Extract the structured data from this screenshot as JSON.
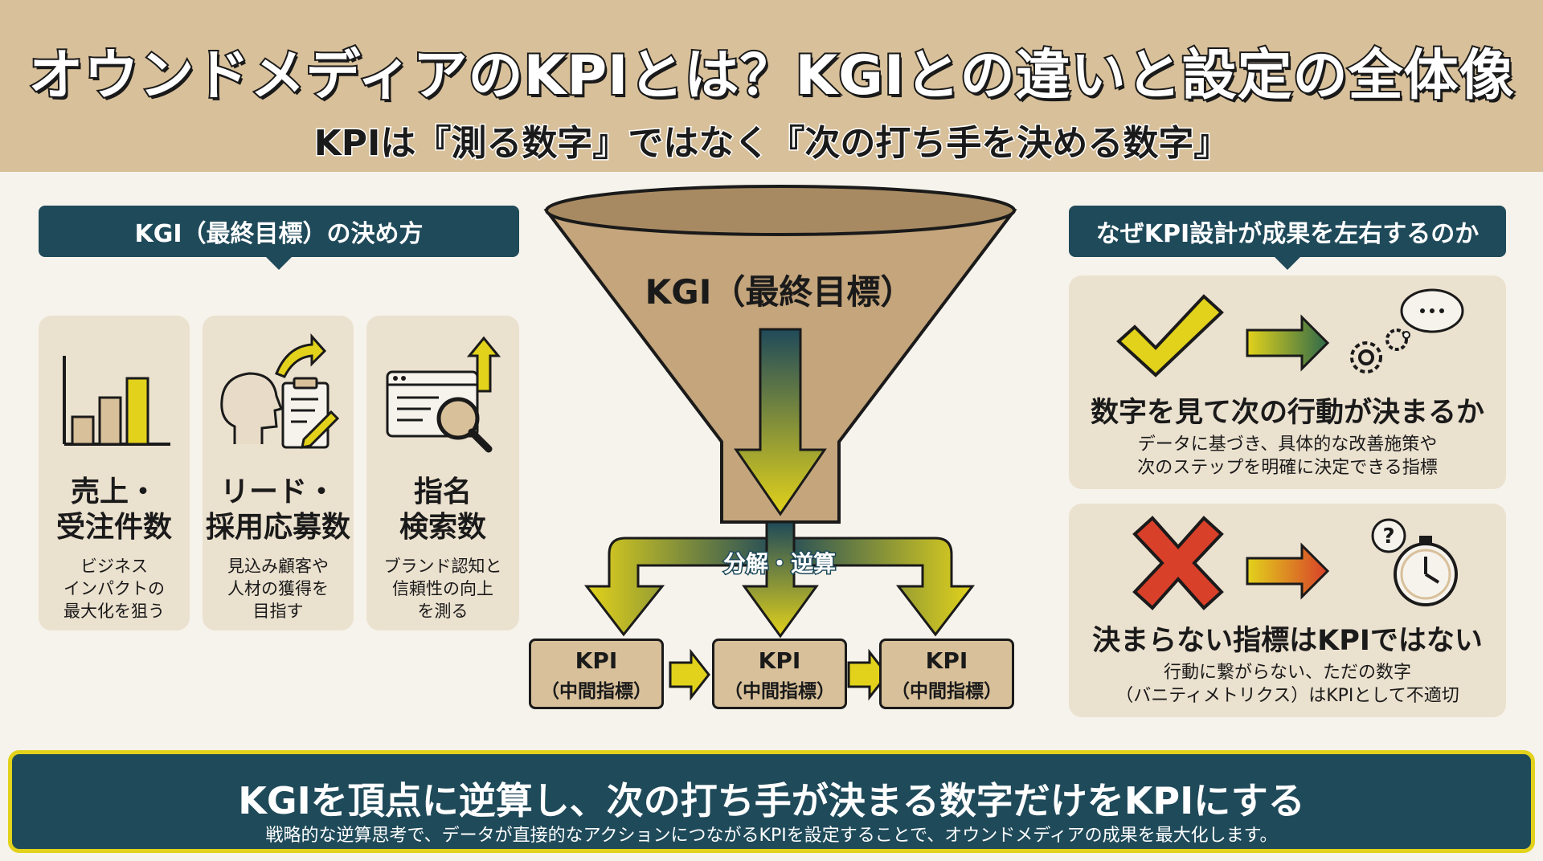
{
  "title": "オウンドメディアのKPIとは？KGIとの違いと設定の全体像",
  "subtitle": "KPIは『測る数字』ではなく『次の打ち手を決める数字』",
  "left_section": {
    "header": "KGI（最終目標）の決め方",
    "cards": [
      {
        "icon": "bar-chart-icon",
        "title_line1": "売上・",
        "title_line2": "受注件数",
        "desc_line1": "ビジネス",
        "desc_line2": "インパクトの",
        "desc_line3": "最大化を狙う"
      },
      {
        "icon": "head-clipboard-icon",
        "title_line1": "リード・",
        "title_line2": "採用応募数",
        "desc_line1": "見込み顧客や",
        "desc_line2": "人材の獲得を",
        "desc_line3": "目指す"
      },
      {
        "icon": "browser-search-icon",
        "title_line1": "指名",
        "title_line2": "検索数",
        "desc_line1": "ブランド認知と",
        "desc_line2": "信頼性の向上",
        "desc_line3": "を測る"
      }
    ]
  },
  "center": {
    "funnel_label": "KGI（最終目標）",
    "split_label": "分解・逆算",
    "kpi_boxes": [
      {
        "line1": "KPI",
        "line2": "（中間指標）"
      },
      {
        "line1": "KPI",
        "line2": "（中間指標）"
      },
      {
        "line1": "KPI",
        "line2": "（中間指標）"
      }
    ]
  },
  "right_section": {
    "header": "なぜKPI設計が成果を左右するのか",
    "cards": [
      {
        "title": "数字を見て次の行動が決まるか",
        "desc_line1": "データに基づき、具体的な改善施策や",
        "desc_line2": "次のステップを明確に決定できる指標"
      },
      {
        "title": "決まらない指標はKPIではない",
        "desc_line1": "行動に繋がらない、ただの数字",
        "desc_line2": "（バニティメトリクス）はKPIとして不適切"
      }
    ]
  },
  "bottom": {
    "main": "KGIを頂点に逆算し、次の打ち手が決まる数字だけをKPIにする",
    "sub": "戦略的な逆算思考で、データが直接的なアクションにつながるKPIを設定することで、オウンドメディアの成果を最大化します。"
  },
  "colors": {
    "header_bg": "#d8c09a",
    "dark_teal": "#1f4a5a",
    "card_bg": "#ebe1cf",
    "accent_yellow": "#e2d21b",
    "page_bg": "#f6f3ec"
  }
}
